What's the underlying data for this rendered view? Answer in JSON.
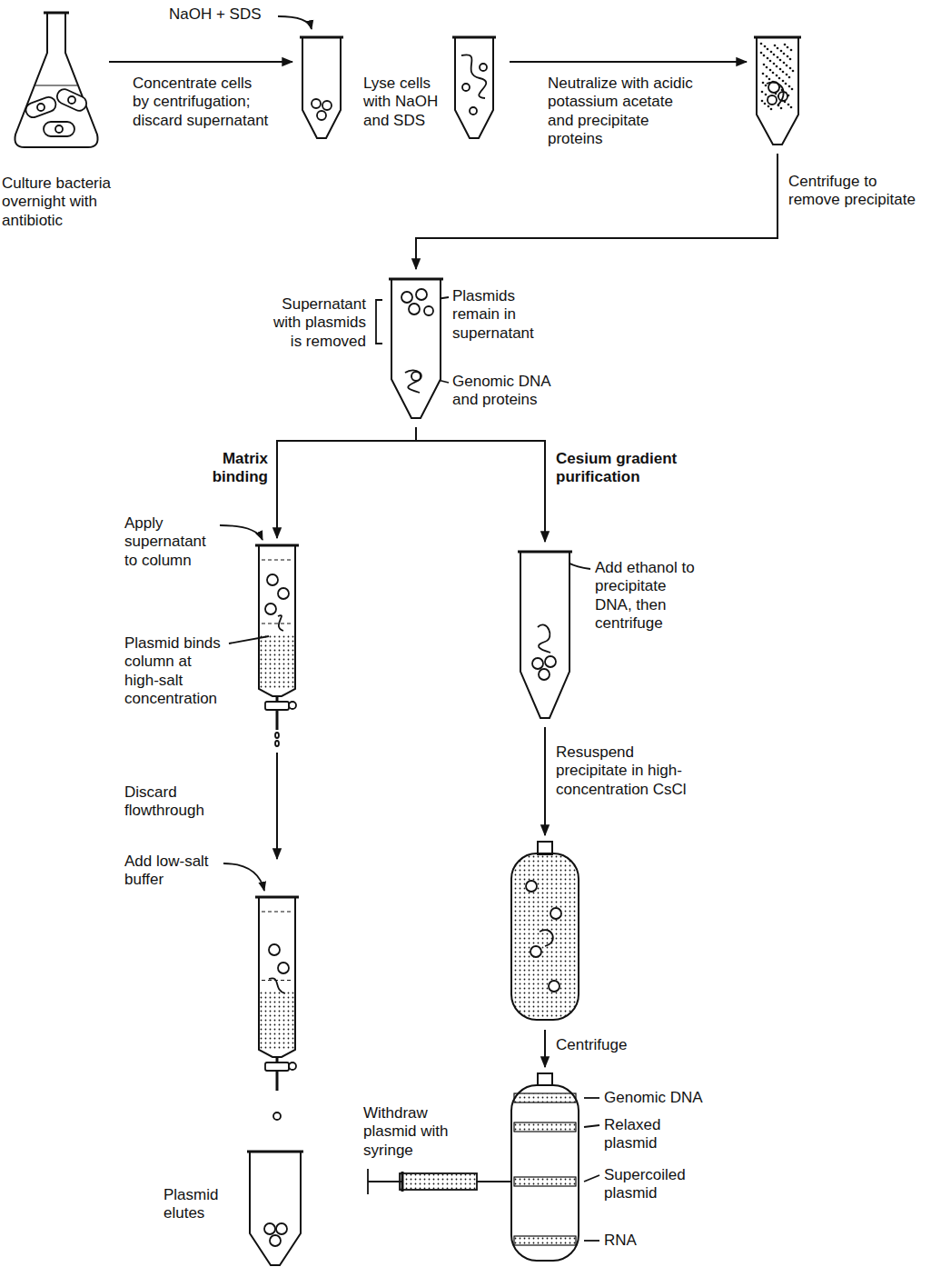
{
  "diagram": {
    "nodes": [
      {
        "text": [
          "Culture bacteria overnight with antibiotic"
        ]
      },
      {
        "text": [
          "NaOH + SDS"
        ]
      },
      {
        "text": [
          "Lyse cells with NaOH and SDS"
        ]
      },
      {
        "text": [
          "Centrifuge to remove precipitate"
        ]
      },
      {
        "text": [
          "Supernatant with plasmids is removed",
          "Plasmids remain in supernatant",
          "Genomic DNA and proteins"
        ]
      },
      {
        "text": [
          "Apply supernatant to column",
          "Plasmid binds column at high-salt concentration"
        ]
      },
      {
        "text": [
          "Add low-salt buffer"
        ]
      },
      {
        "text": [
          "Plasmid elutes"
        ]
      },
      {
        "text": [
          "Add ethanol to precipitate DNA, then centrifuge"
        ]
      },
      {
        "text": [
          "Centrifuge"
        ]
      },
      {
        "text": [
          "Genomic DNA",
          "Relaxed plasmid",
          "Supercoiled plasmid",
          "RNA"
        ]
      }
    ],
    "edges": [
      {
        "from": 0,
        "to": 1,
        "arrow": "to",
        "label": "Concentrate cells by centrifugation; discard supernatant"
      },
      {
        "from": 2,
        "to": 3,
        "arrow": "to",
        "label": "Neutralize with acidic potassium acetate and precipitate proteins"
      },
      {
        "from": 3,
        "to": 4,
        "arrow": "to"
      },
      {
        "from": 4,
        "to": 5,
        "arrow": "to",
        "label": "Matrix binding"
      },
      {
        "from": 4,
        "to": 8,
        "arrow": "to",
        "label": "Cesium gradient purification"
      },
      {
        "from": 5,
        "to": 6,
        "arrow": "to",
        "label": "Discard flowthrough"
      },
      {
        "from": 8,
        "to": 9,
        "arrow": "to",
        "label": "Resuspend precipitate in high-concentration CsCl"
      },
      {
        "from": 9,
        "to": 10,
        "arrow": "to"
      }
    ],
    "labels": [
      "Withdraw plasmid with syringe"
    ]
  }
}
